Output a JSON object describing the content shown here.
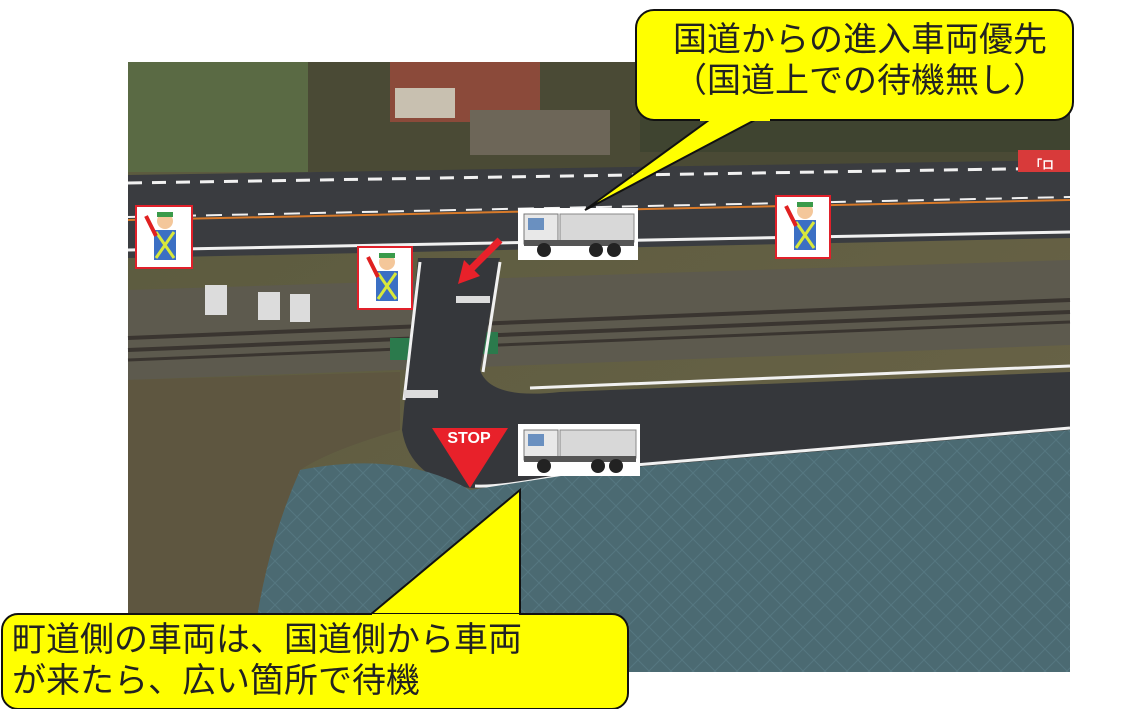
{
  "callouts": {
    "top": {
      "line1": "国道からの進入車両優先",
      "line2": "（国道上での待機無し）"
    },
    "bottom": {
      "line1": "町道側の車両は、国道側から車両",
      "line2": "が来たら、広い箇所で待機"
    }
  },
  "stop_sign": {
    "label": "STOP",
    "color": "#e8212a"
  },
  "road_marking": {
    "label": "「ロ"
  },
  "icons": [
    "flagger-icon",
    "dump-truck-icon",
    "stop-sign-icon",
    "red-arrow-icon"
  ],
  "colors": {
    "callout_fill": "#ffff00",
    "callout_border": "#111111",
    "flagger_frame": "#e0202a",
    "arrow": "#e8212a"
  }
}
